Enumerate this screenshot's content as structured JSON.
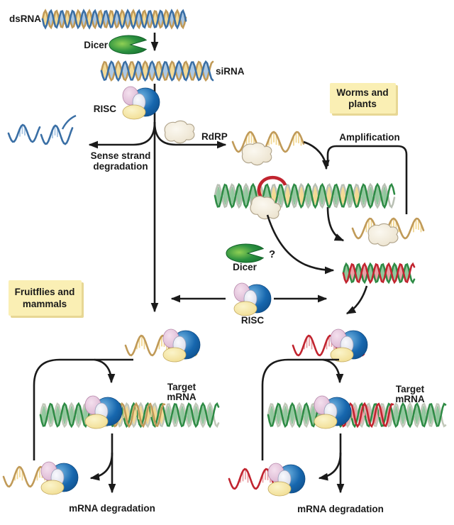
{
  "labels": {
    "dsrna": "dsRNA",
    "dicer_top": "Dicer",
    "sirna": "siRNA",
    "risc_top": "RISC",
    "sense_line1": "Sense strand",
    "sense_line2": "degradation",
    "rdrp": "RdRP",
    "worms_line1": "Worms and",
    "worms_line2": "plants",
    "amplification": "Amplification",
    "dicer_question": "?",
    "dicer_mid": "Dicer",
    "risc_mid": "RISC",
    "fruitflies_line1": "Fruitflies and",
    "fruitflies_line2": "mammals",
    "target_left_line1": "Target",
    "target_left_line2": "mRNA",
    "target_right_line1": "Target",
    "target_right_line2": "mRNA",
    "mrna_degradation_left": "mRNA degradation",
    "mrna_degradation_right": "mRNA degradation"
  },
  "colors": {
    "background": "#ffffff",
    "note_box_fill": "#faefb4",
    "note_box_shadow": "#e7d794",
    "line": "#1a1a1a",
    "strand_blue": "#3a6fa5",
    "strand_tan": "#c09a58",
    "strand_green": "#2e8b45",
    "strand_pale_green": "#b9c0b4",
    "strand_red": "#c1242f",
    "tick_blue": "#aac7e3",
    "tick_gold": "#f3d993",
    "tick_green": "#90c79c",
    "tick_red": "#e9a3a8",
    "dicer_green": "#2c9140",
    "risc_blue": "#1767ae",
    "risc_pink": "#e3c3da",
    "risc_silver": "#e2e4ee",
    "risc_yellow": "#f5e39a",
    "rdrp_cream": "#f0e9d8"
  }
}
